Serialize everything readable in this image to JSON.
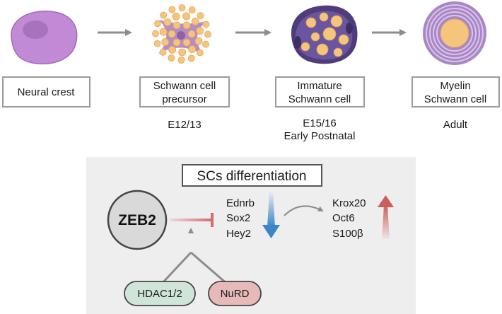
{
  "stages": [
    {
      "label_lines": [
        "Neural crest"
      ],
      "time_lines": []
    },
    {
      "label_lines": [
        "Schwann cell",
        "precursor"
      ],
      "time_lines": [
        "E12/13"
      ]
    },
    {
      "label_lines": [
        "Immature",
        "Schwann cell"
      ],
      "time_lines": [
        "E15/16",
        "Early Postnatal"
      ]
    },
    {
      "label_lines": [
        "Myelin",
        "Schwann cell"
      ],
      "time_lines": [
        "Adult"
      ]
    }
  ],
  "panel": {
    "title": "SCs differentiation",
    "zeb2": "ZEB2",
    "down_genes": [
      "Ednrb",
      "Sox2",
      "Hey2"
    ],
    "up_genes": [
      "Krox20",
      "Oct6",
      "S100β"
    ],
    "hdac": "HDAC1/2",
    "nurd": "NuRD"
  },
  "colors": {
    "arrow_gray": "#8c8c8c",
    "panel_bg": "#eeeeee",
    "down_arrow": "#3a86c8",
    "up_arrow": "#cd5c5c",
    "inhibit": "#d86a6a",
    "hdac_fill": "#cfe5da",
    "nurd_fill": "#e8b9b9"
  },
  "icons": [
    "neural-crest-cell-icon",
    "schwann-precursor-icon",
    "immature-schwann-icon",
    "myelin-schwann-icon"
  ]
}
